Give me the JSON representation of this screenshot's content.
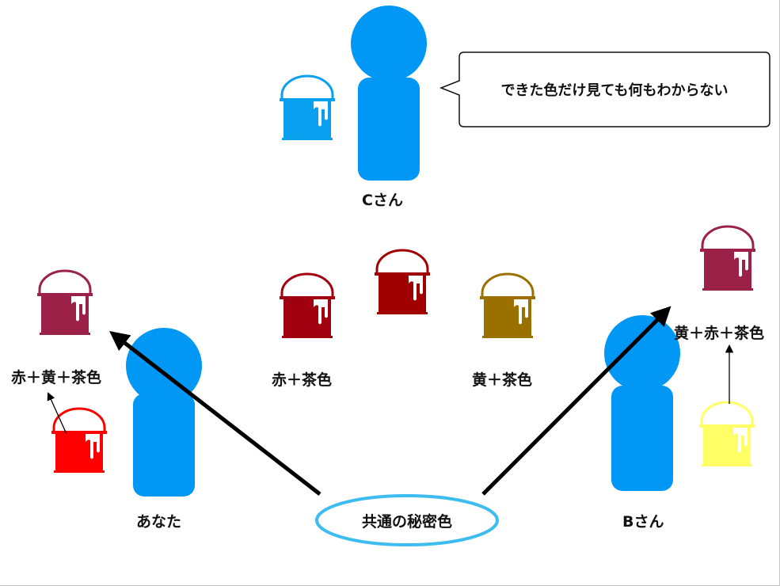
{
  "colors": {
    "person": "#0097f5",
    "bucket_c": "#0aa0f0",
    "bucket_mix": "#9c2149",
    "bucket_red_brown": "#a00010",
    "bucket_secret": "#a00000",
    "bucket_yellow_brown": "#9a7000",
    "bucket_red": "#ff0000",
    "bucket_yellow": "#ffff66",
    "ellipse_stroke": "#3dbcf0",
    "arrow": "#000000"
  },
  "people": {
    "c": {
      "label": "Cさん"
    },
    "you": {
      "label": "あなた"
    },
    "b": {
      "label": "Bさん"
    }
  },
  "speech": {
    "text": "できた色だけ見ても何もわからない"
  },
  "secret": {
    "label": "共通の秘密色"
  },
  "buckets": {
    "you_mix": {
      "label": "赤＋黄＋茶色"
    },
    "red_brown": {
      "label": "赤＋茶色"
    },
    "yellow_brown": {
      "label": "黄＋茶色"
    },
    "b_mix": {
      "label": "黄＋赤＋茶色"
    }
  }
}
